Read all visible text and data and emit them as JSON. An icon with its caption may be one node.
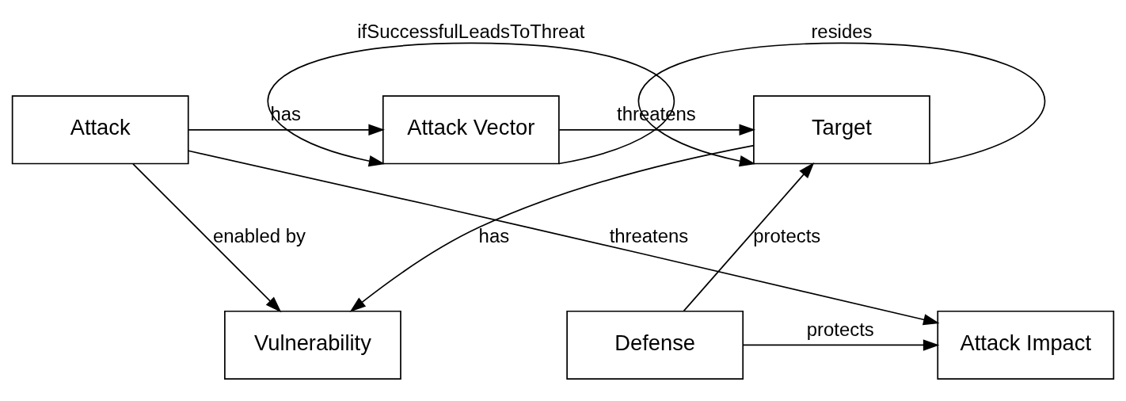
{
  "diagram": {
    "nodes": [
      {
        "text": [
          "Target"
        ]
      },
      {
        "text": [
          "Attack Vector"
        ]
      },
      {
        "text": [
          "Attack"
        ]
      },
      {
        "text": [
          "Defense"
        ]
      },
      {
        "text": [
          "Attack Impact"
        ]
      },
      {
        "text": [
          "Vulnerability"
        ]
      }
    ],
    "edges": [
      {
        "from": 0,
        "to": 0,
        "arrow": "to",
        "label": "resides"
      },
      {
        "from": 1,
        "to": 0,
        "arrow": "to",
        "label": "threatens"
      },
      {
        "from": 2,
        "to": 1,
        "arrow": "to",
        "label": "has"
      },
      {
        "from": 1,
        "to": 1,
        "arrow": "to",
        "label": "ifSuccessfulLeadsToThreat"
      },
      {
        "from": 3,
        "to": 0,
        "arrow": "to",
        "label": "protects"
      },
      {
        "from": 3,
        "to": 4,
        "arrow": "to",
        "label": "protects"
      },
      {
        "from": 2,
        "to": 4,
        "arrow": "to",
        "label": "threatens"
      },
      {
        "from": 2,
        "to": 5,
        "arrow": "to",
        "label": "enabled by"
      },
      {
        "from": 0,
        "to": 5,
        "arrow": "to",
        "label": "has"
      }
    ]
  }
}
